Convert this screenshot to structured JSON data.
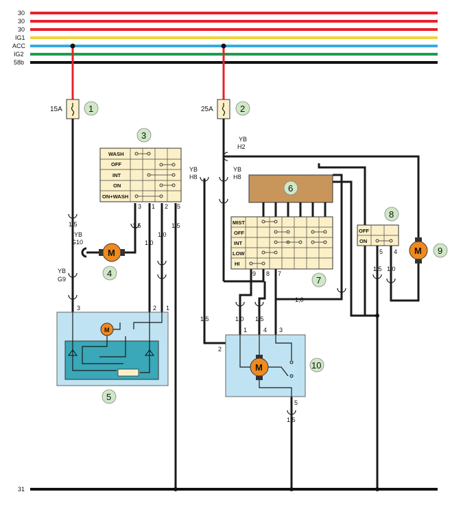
{
  "rails": [
    {
      "label": "30",
      "color": "#e8202a"
    },
    {
      "label": "30",
      "color": "#e8202a"
    },
    {
      "label": "30",
      "color": "#e8202a"
    },
    {
      "label": "IG1",
      "color": "#f2d23a"
    },
    {
      "label": "ACC",
      "color": "#36a9e1"
    },
    {
      "label": "IG2",
      "color": "#1a9e4a"
    },
    {
      "label": "58b",
      "color": "#111111"
    }
  ],
  "ground_label": "31",
  "fuses": [
    {
      "rating": "15A",
      "number": "1"
    },
    {
      "rating": "25A",
      "number": "2"
    }
  ],
  "components": {
    "c3": "3",
    "c4": "4",
    "c5": "5",
    "c6": "6",
    "c7": "7",
    "c8": "8",
    "c9": "9",
    "c10": "10"
  },
  "motor_glyph": "M",
  "switch3_rows": [
    "WASH",
    "OFF",
    "INT",
    "ON",
    "ON+WASH"
  ],
  "switch3_pins": [
    "3",
    "1",
    "2",
    "5"
  ],
  "switch7_rows": [
    "MIST",
    "OFF",
    "INT",
    "LOW",
    "HI"
  ],
  "switch7_pins": [
    "9",
    "8",
    "7"
  ],
  "switch8_rows": [
    "OFF",
    "ON"
  ],
  "switch8_pins": [
    "5",
    "4"
  ],
  "motor10_pins": [
    "1",
    "4",
    "3",
    "2",
    "5"
  ],
  "wire_labels": {
    "w15a": "1,5",
    "yb_g10": "YB",
    "g10": "G10",
    "w10a": "1,0",
    "w10b": "1,0",
    "w15b": "1,5",
    "w15c": "1,5",
    "yb_g9": "YB",
    "g9": "G9",
    "pin3_left": "3",
    "pin2_left": "2",
    "pin1_left": "1",
    "yb_h2": "YB",
    "h2": "H2",
    "yb_h8a": "YB",
    "h8a": "H8",
    "yb_h8b": "YB",
    "h8b": "H8",
    "w15d": "1,5",
    "w10c": "1,0",
    "w15e": "1,5",
    "w10d": "1,0",
    "w15f": "1,5",
    "w10e": "1,0",
    "w15g": "1,5"
  }
}
